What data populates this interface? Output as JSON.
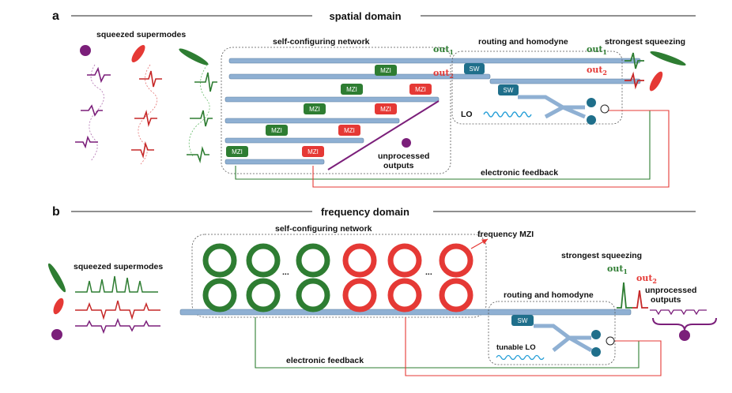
{
  "panel_a": {
    "letter": "a",
    "title": "spatial domain",
    "squeezed_supermodes": "squeezed  supermodes",
    "self_configuring_network": "self-configuring network",
    "routing_and_homodyne": "routing and homodyne",
    "strongest_squeezing": "strongest squeezing",
    "out1": "out",
    "out1_sub": "1",
    "out2": "out",
    "out2_sub": "2",
    "mzi_label": "MZI",
    "sw_label": "SW",
    "lo_label": "LO",
    "unprocessed_outputs_line1": "unprocessed",
    "unprocessed_outputs_line2": "outputs",
    "electronic_feedback": "electronic feedback"
  },
  "panel_b": {
    "letter": "b",
    "title": "frequency domain",
    "squeezed_supermodes": "squeezed  supermodes",
    "self_configuring_network": "self-configuring network",
    "frequency_mzi": "frequency MZI",
    "ellipsis": "...",
    "routing_and_homodyne": "routing and homodyne",
    "strongest_squeezing": "strongest squeezing",
    "out1": "out",
    "out1_sub": "1",
    "out2": "out",
    "out2_sub": "2",
    "unprocessed_outputs_line1": "unprocessed",
    "unprocessed_outputs_line2": "outputs",
    "sw_label": "SW",
    "tunable_lo": "tunable LO",
    "electronic_feedback": "electronic feedback"
  },
  "colors": {
    "green": "#2e7d32",
    "red": "#e53935",
    "purple": "#7b1f7a",
    "waveguide": "#8fb0d3",
    "switch": "#1f6f8b",
    "feedback_green": "#2e7d32",
    "feedback_red": "#e53935"
  }
}
